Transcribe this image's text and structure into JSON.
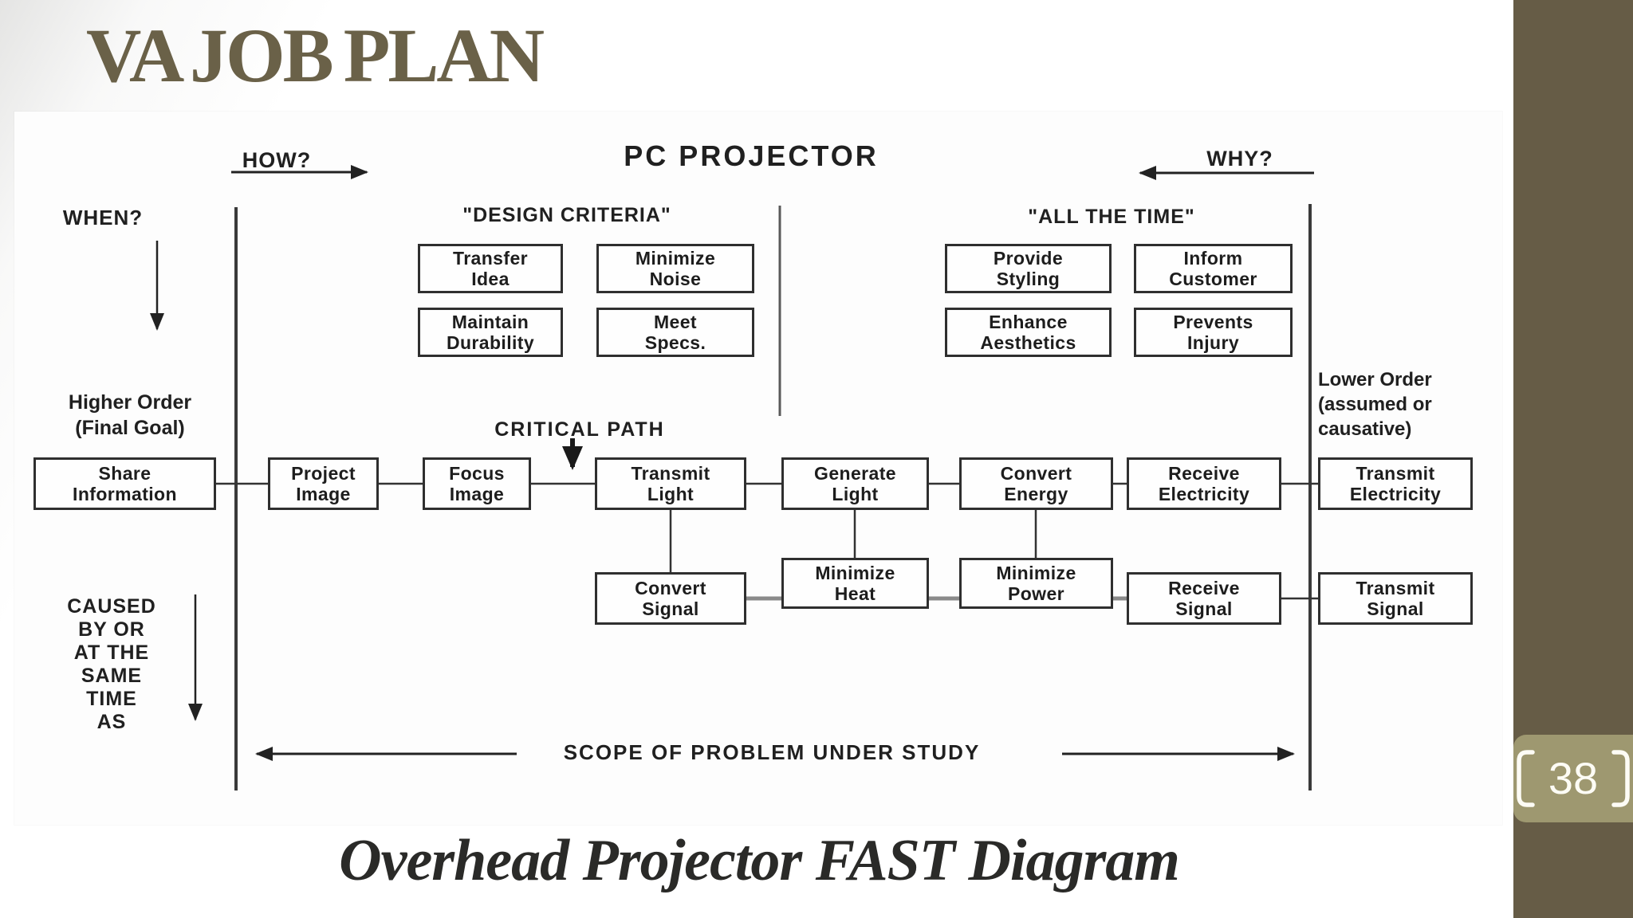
{
  "slide": {
    "title": "VA JOB PLAN",
    "caption": "Overhead Projector FAST Diagram",
    "page_number": "38"
  },
  "colors": {
    "sidebar": "#665C46",
    "page_badge": "#9E9870",
    "title_text": "#6A6148",
    "caption_text": "#2A2A28",
    "diagram_ink": "#202020"
  },
  "diagram": {
    "title": "PC PROJECTOR",
    "labels": {
      "how": "HOW?",
      "why": "WHY?",
      "when": "WHEN?",
      "design_criteria": "\"DESIGN CRITERIA\"",
      "all_the_time": "\"ALL THE TIME\"",
      "critical_path": "CRITICAL PATH",
      "higher_order": "Higher Order\n(Final Goal)",
      "lower_order": "Lower Order\n(assumed or\ncausative)",
      "caused_by": "CAUSED\nBY OR\nAT THE\nSAME\nTIME\nAS",
      "scope": "SCOPE OF PROBLEM UNDER STUDY"
    },
    "boxes": [
      {
        "id": "transfer-idea",
        "label": "Transfer\nIdea"
      },
      {
        "id": "minimize-noise",
        "label": "Minimize\nNoise"
      },
      {
        "id": "maintain-durability",
        "label": "Maintain\nDurability"
      },
      {
        "id": "meet-specs",
        "label": "Meet\nSpecs."
      },
      {
        "id": "provide-styling",
        "label": "Provide\nStyling"
      },
      {
        "id": "inform-customer",
        "label": "Inform\nCustomer"
      },
      {
        "id": "enhance-aesthetics",
        "label": "Enhance\nAesthetics"
      },
      {
        "id": "prevents-injury",
        "label": "Prevents\nInjury"
      },
      {
        "id": "share-information",
        "label": "Share\nInformation"
      },
      {
        "id": "project-image",
        "label": "Project\nImage"
      },
      {
        "id": "focus-image",
        "label": "Focus\nImage"
      },
      {
        "id": "transmit-light",
        "label": "Transmit\nLight"
      },
      {
        "id": "generate-light",
        "label": "Generate\nLight"
      },
      {
        "id": "convert-energy",
        "label": "Convert\nEnergy"
      },
      {
        "id": "receive-electricity",
        "label": "Receive\nElectricity"
      },
      {
        "id": "transmit-electricity",
        "label": "Transmit\nElectricity"
      },
      {
        "id": "minimize-heat",
        "label": "Minimize\nHeat"
      },
      {
        "id": "minimize-power",
        "label": "Minimize\nPower"
      },
      {
        "id": "convert-signal",
        "label": "Convert\nSignal"
      },
      {
        "id": "receive-signal",
        "label": "Receive\nSignal"
      },
      {
        "id": "transmit-signal",
        "label": "Transmit\nSignal"
      }
    ]
  }
}
